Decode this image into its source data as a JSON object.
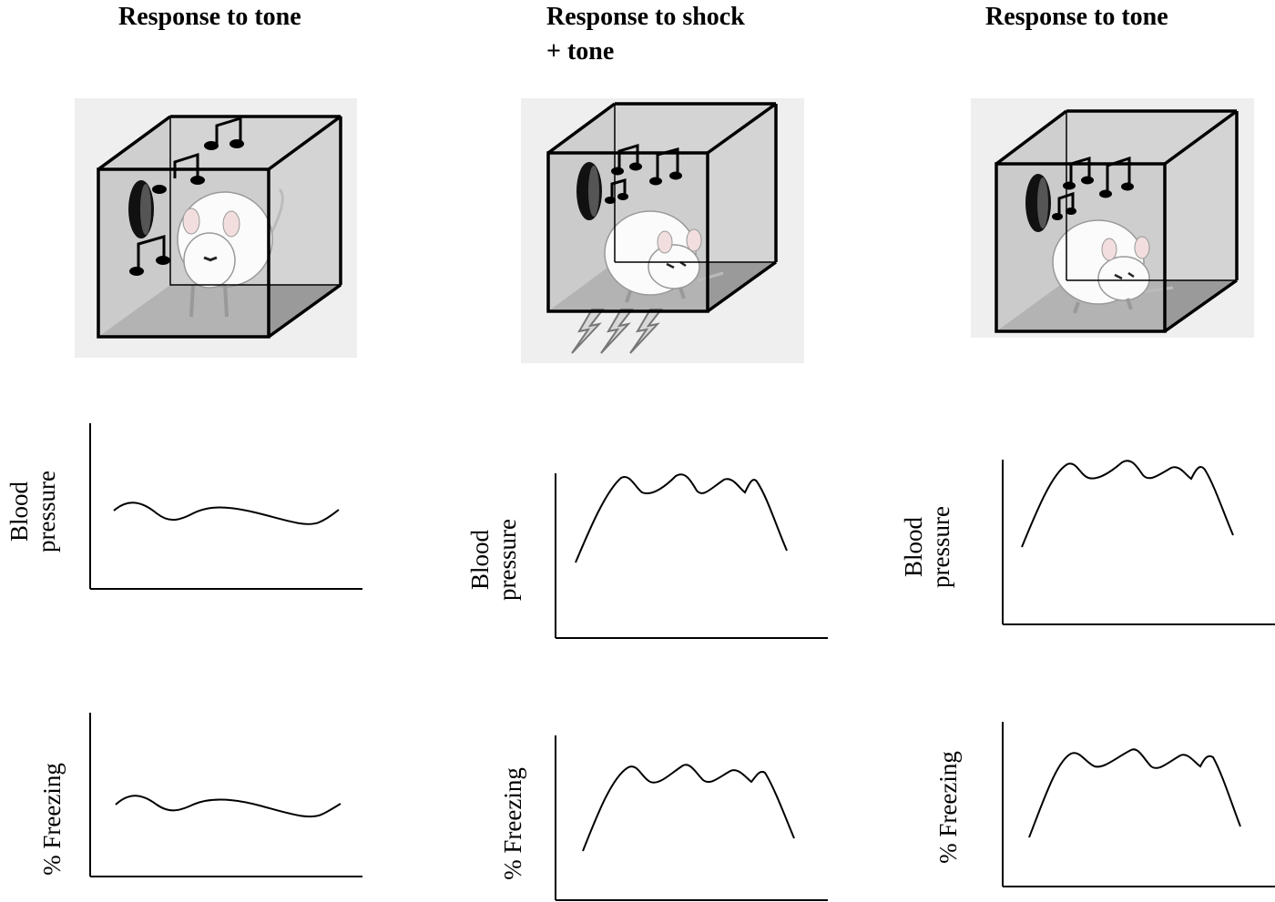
{
  "panels": [
    {
      "title_lines": [
        "Response to tone",
        ""
      ],
      "condition": "tone only",
      "shock": false,
      "rat_pose": "alert",
      "response_level": "low",
      "plots": [
        {
          "ylabel_lines": [
            "Blood",
            "pressure"
          ]
        },
        {
          "ylabel_lines": [
            "% Freezing",
            ""
          ]
        }
      ]
    },
    {
      "title_lines": [
        "Response to shock",
        "+ tone"
      ],
      "condition": "shock paired with tone",
      "shock": true,
      "rat_pose": "crouched",
      "response_level": "high",
      "plots": [
        {
          "ylabel_lines": [
            "Blood",
            "pressure"
          ]
        },
        {
          "ylabel_lines": [
            "% Freezing",
            ""
          ]
        }
      ]
    },
    {
      "title_lines": [
        "Response to tone",
        ""
      ],
      "condition": "tone only after conditioning",
      "shock": false,
      "rat_pose": "crouched",
      "response_level": "high",
      "plots": [
        {
          "ylabel_lines": [
            "Blood",
            "pressure"
          ]
        },
        {
          "ylabel_lines": [
            "% Freezing",
            ""
          ]
        }
      ]
    }
  ],
  "colors": {
    "box_panel": "#efefef",
    "cage_wall": "#cfcfcf",
    "cage_floor": "#9a9a9a",
    "line": "#000000"
  },
  "icons": {
    "speaker": "speaker-icon",
    "note": "music-note-icon",
    "shock": "lightning-bolt-icon",
    "rat": "rat-illustration"
  }
}
